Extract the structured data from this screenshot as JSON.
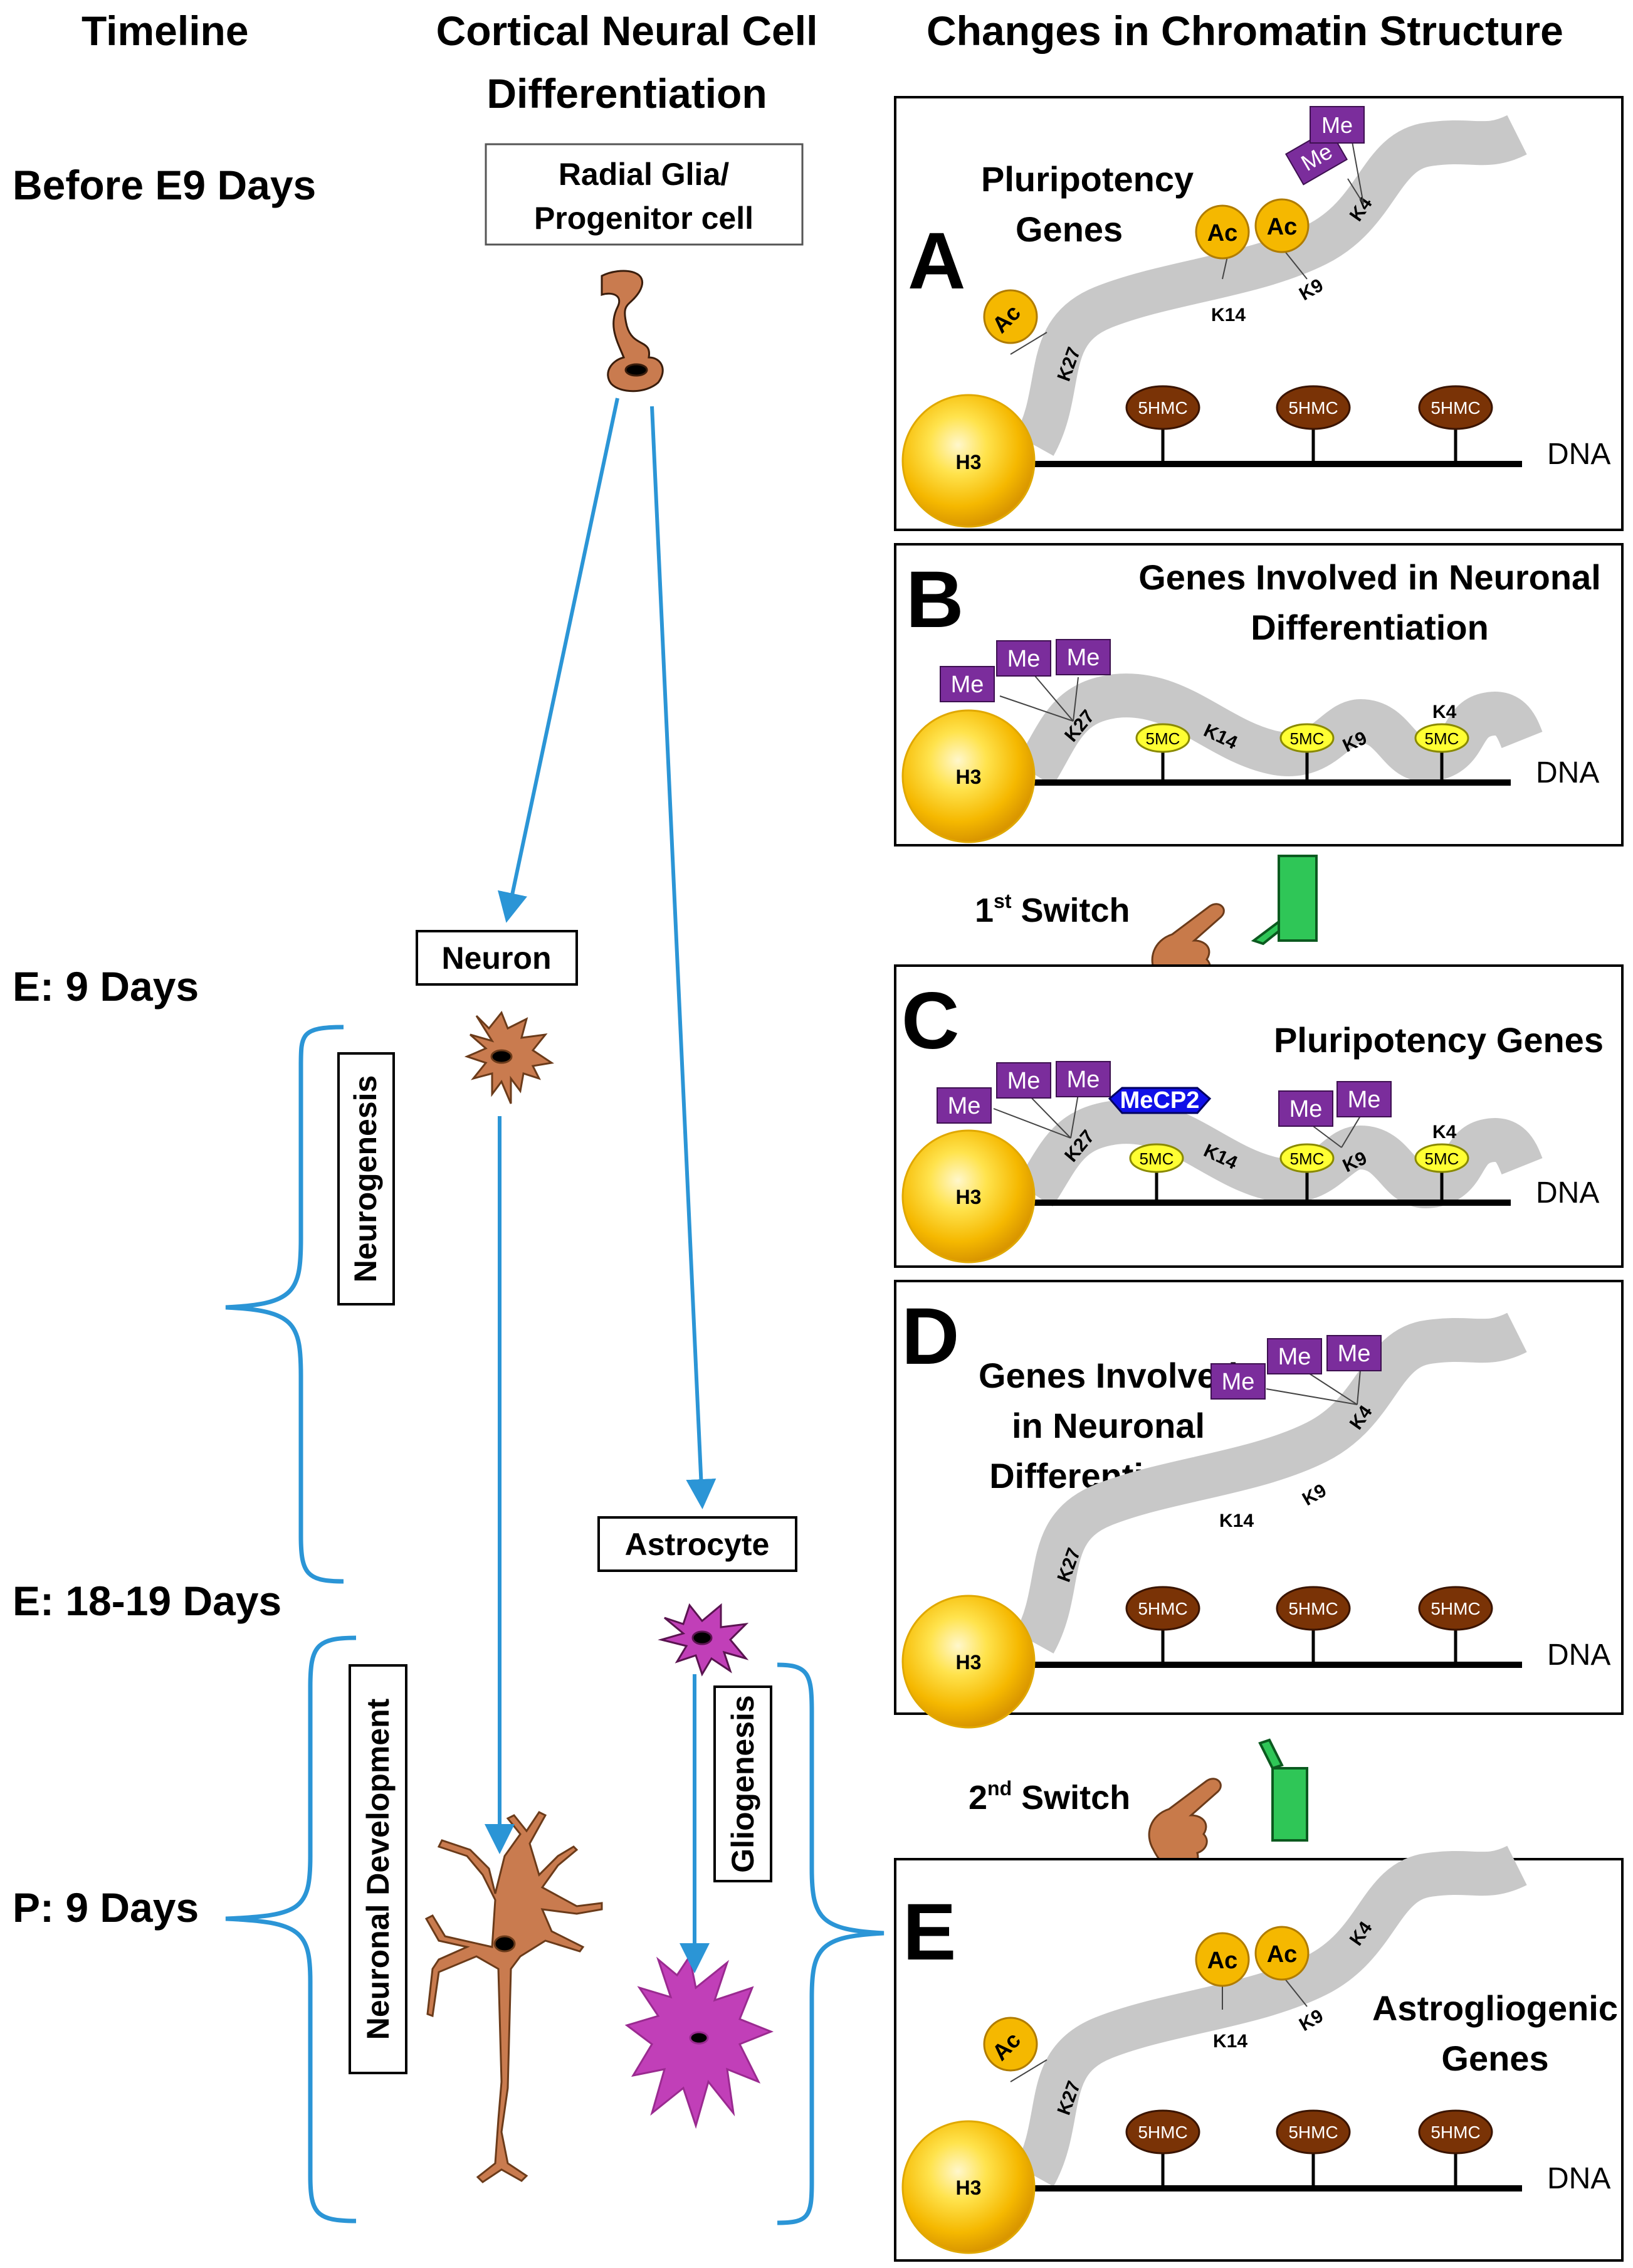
{
  "headers": {
    "timeline": "Timeline",
    "cortical_line1": "Cortical Neural Cell",
    "cortical_line2": "Differentiation",
    "chromatin": "Changes in Chromatin Structure"
  },
  "timeline": {
    "before_e9": "Before E9 Days",
    "e9": "E: 9 Days",
    "e18": "E: 18-19 Days",
    "p9": "P: 9 Days"
  },
  "cells": {
    "radial_glia_line1": "Radial Glia/",
    "radial_glia_line2": "Progenitor cell",
    "neuron": "Neuron",
    "astrocyte": "Astrocyte"
  },
  "processes": {
    "neurogenesis": "Neurogenesis",
    "neuronal_development": "Neuronal Development",
    "gliogenesis": "Gliogenesis"
  },
  "switches": {
    "first_num": "1",
    "first_sup": "st",
    "first_word": " Switch",
    "second_num": "2",
    "second_sup": "nd",
    "second_word": " Switch"
  },
  "common": {
    "h3": "H3",
    "dna": "DNA",
    "ac": "Ac",
    "me": "Me",
    "k27": "K27",
    "k14": "K14",
    "k9": "K9",
    "k4": "K4",
    "hmc": "5HMC",
    "mc": "5MC",
    "mecp2": "MeCP2"
  },
  "panels": {
    "A": {
      "letter": "A",
      "title1": "Pluripotency",
      "title2": "Genes"
    },
    "B": {
      "letter": "B",
      "title1": "Genes Involved in Neuronal",
      "title2": "Differentiation"
    },
    "C": {
      "letter": "C",
      "title1": "Pluripotency Genes"
    },
    "D": {
      "letter": "D",
      "title1": "Genes Involved",
      "title2": "in Neuronal",
      "title3": "Differentiation"
    },
    "E": {
      "letter": "E",
      "title1": "Astrogliogenic",
      "title2": "Genes"
    }
  },
  "colors": {
    "arrow": "#2b95d6",
    "brace": "#2b95d6",
    "ac_fill": "#f5b800",
    "me_fill": "#7b2d9c",
    "hmc_fill": "#7a3306",
    "mc_fill": "#ffff33",
    "mecp2_fill": "#1010e8",
    "chromatin_fiber": "#c8c8c8",
    "switch_green": "#2fc657",
    "hand": "#c87a4a",
    "neuron": "#c97b4f",
    "astrocyte": "#c13fb8"
  }
}
